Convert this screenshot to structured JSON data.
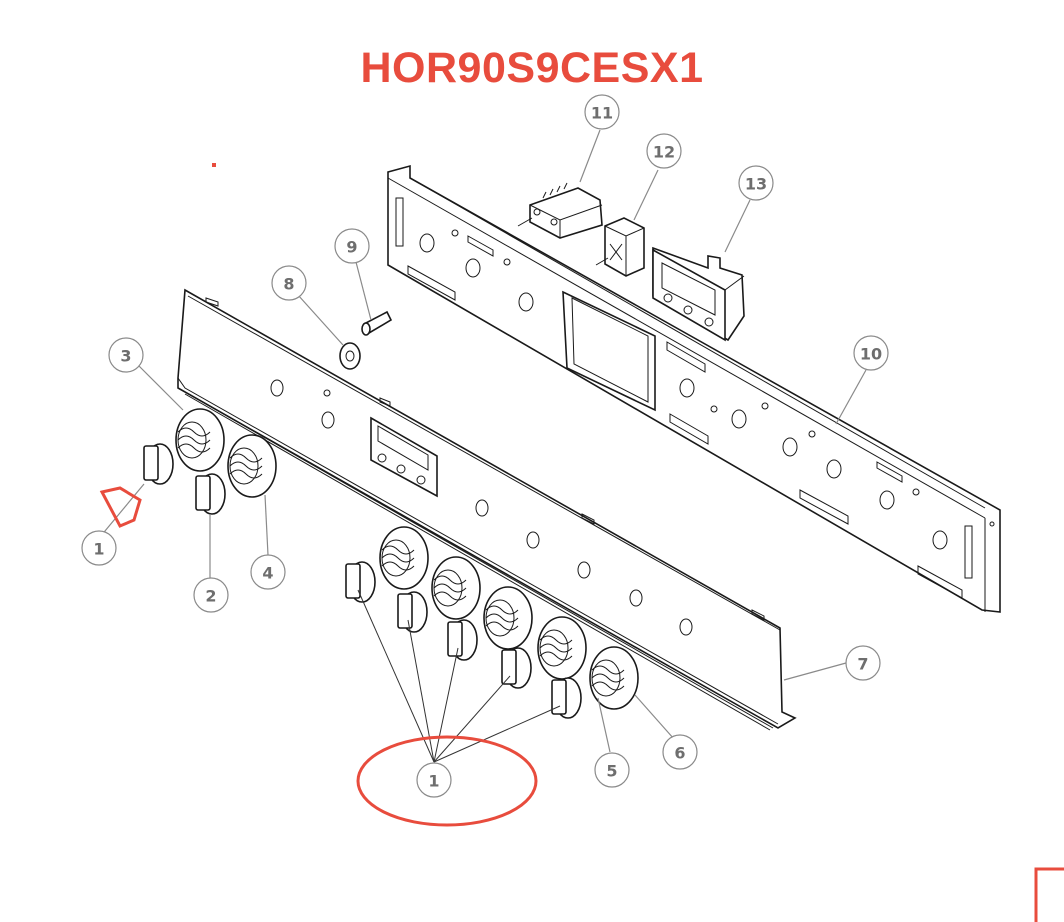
{
  "title": "HOR90S9CESX1",
  "accent_color": "#e84c3d",
  "callouts": [
    {
      "id": "1",
      "label": "1",
      "part": "control-knob"
    },
    {
      "id": "2",
      "label": "2",
      "part": "control-knob"
    },
    {
      "id": "3",
      "label": "3",
      "part": "knob-spring-bezel"
    },
    {
      "id": "4",
      "label": "4",
      "part": "knob-spring-bezel"
    },
    {
      "id": "5",
      "label": "5",
      "part": "knob-spring"
    },
    {
      "id": "6",
      "label": "6",
      "part": "knob-bezel"
    },
    {
      "id": "7",
      "label": "7",
      "part": "front-control-panel"
    },
    {
      "id": "8",
      "label": "8",
      "part": "light-switch-bezel"
    },
    {
      "id": "9",
      "label": "9",
      "part": "light-switch"
    },
    {
      "id": "10",
      "label": "10",
      "part": "rear-control-panel-bracket"
    },
    {
      "id": "11",
      "label": "11",
      "part": "oven-function-selector-switch"
    },
    {
      "id": "12",
      "label": "12",
      "part": "thermostat"
    },
    {
      "id": "13",
      "label": "13",
      "part": "digital-timer-clock"
    }
  ],
  "annotations": {
    "highlight_arrow_target": "1",
    "highlight_ellipse_target": "1"
  }
}
